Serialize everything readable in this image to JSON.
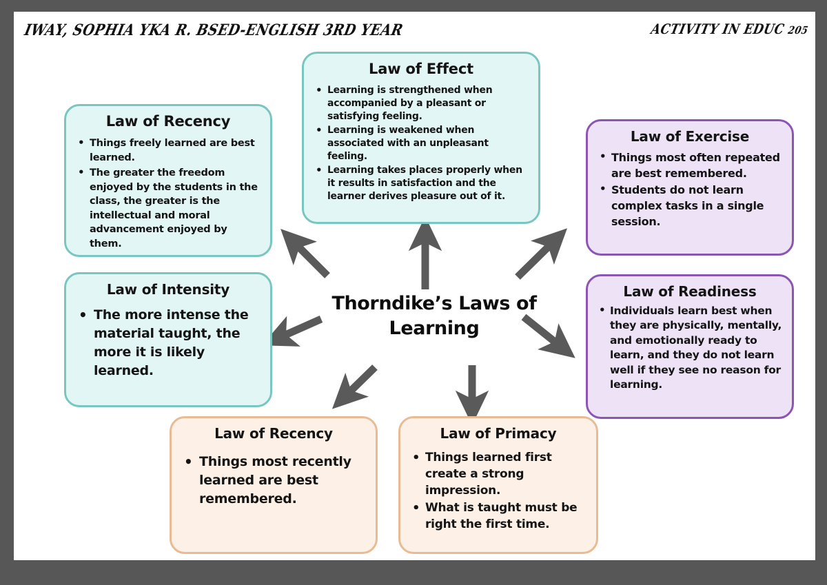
{
  "header": {
    "left_text": "IWAY, SOPHIA YKA R. BSED-ENGLISH 3RD YEAR",
    "right_text": "ACTIVITY IN EDUC",
    "right_course_number": "205"
  },
  "center": {
    "title": "Thorndike’s Laws of Learning"
  },
  "colors": {
    "frame": "#575757",
    "canvas": "#ffffff",
    "teal_border": "#79c6c0",
    "teal_fill": "#e2f7f5",
    "purple_border": "#8b55b4",
    "purple_fill": "#eee2f6",
    "peach_border": "#e9bb93",
    "peach_fill": "#fdf0e6",
    "arrow": "#5a5a5a",
    "text": "#141414"
  },
  "cards": {
    "effect": {
      "title": "Law of Effect",
      "color": "teal",
      "bullets": [
        "Learning is strengthened when accompanied by a pleasant or satisfying feeling.",
        "Learning is weakened when associated with an unpleasant feeling.",
        "Learning takes places properly when it results in satisfaction and the learner derives pleasure out of it."
      ]
    },
    "recency_top": {
      "title": "Law of Recency",
      "color": "teal",
      "bullets": [
        "Things freely learned are best learned.",
        "The greater the freedom enjoyed by the students in the class, the greater is the intellectual and moral advancement enjoyed by them."
      ]
    },
    "intensity": {
      "title": "Law of Intensity",
      "color": "teal",
      "bullets": [
        "The more intense the material taught, the more it is likely learned."
      ]
    },
    "exercise": {
      "title": "Law of Exercise",
      "color": "purple",
      "bullets": [
        "Things most often repeated are best remembered.",
        "Students do not learn complex tasks in a single session."
      ]
    },
    "readiness": {
      "title": "Law of Readiness",
      "color": "purple",
      "bullets": [
        "Individuals learn best when they are physically, mentally, and emotionally ready to learn, and they do not learn well if they see no reason for learning."
      ]
    },
    "recency_bottom": {
      "title": "Law of Recency",
      "color": "peach",
      "bullets": [
        "Things most recently learned are best remembered."
      ]
    },
    "primacy": {
      "title": "Law of Primacy",
      "color": "peach",
      "bullets": [
        "Things learned first create a strong impression.",
        "What is taught must be right the first time."
      ]
    }
  },
  "arrows": [
    {
      "name": "arrow-to-recency-top",
      "direction": "up-left"
    },
    {
      "name": "arrow-to-effect",
      "direction": "up"
    },
    {
      "name": "arrow-to-exercise",
      "direction": "up-right"
    },
    {
      "name": "arrow-to-intensity",
      "direction": "down-left-flat"
    },
    {
      "name": "arrow-to-readiness",
      "direction": "down-right"
    },
    {
      "name": "arrow-to-recency-bottom",
      "direction": "down-left"
    },
    {
      "name": "arrow-to-primacy",
      "direction": "down"
    }
  ]
}
